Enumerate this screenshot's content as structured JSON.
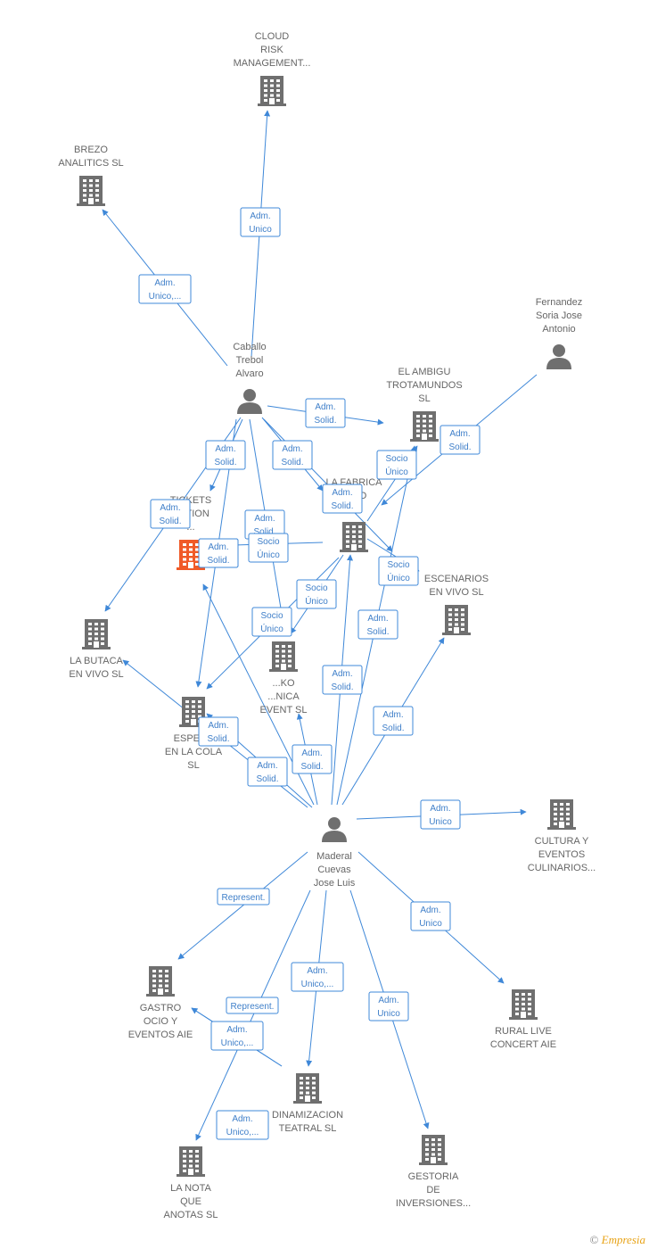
{
  "colors": {
    "edge": "#3f88d8",
    "node": "#6f6f6f",
    "highlight": "#f05a28",
    "label": "#666666"
  },
  "nodes": [
    {
      "id": "cloud",
      "type": "company",
      "lines": [
        "CLOUD",
        "RISK",
        "MANAGEMENT..."
      ]
    },
    {
      "id": "brezo",
      "type": "company",
      "lines": [
        "BREZO",
        "ANALITICS  SL"
      ]
    },
    {
      "id": "caballo",
      "type": "person",
      "lines": [
        "Caballo",
        "Trebol",
        "Alvaro"
      ]
    },
    {
      "id": "fernandez",
      "type": "person",
      "lines": [
        "Fernandez",
        "Soria Jose",
        "Antonio"
      ]
    },
    {
      "id": "ambigu",
      "type": "company",
      "lines": [
        "EL AMBIGU",
        "TROTAMUNDOS",
        "SL"
      ]
    },
    {
      "id": "tickets",
      "type": "company",
      "highlight": true,
      "lines": [
        "TICKETS",
        "ACTION",
        "..."
      ]
    },
    {
      "id": "fabrica",
      "type": "company",
      "lines": [
        "LA FABRICA",
        "...CIO",
        "SL"
      ]
    },
    {
      "id": "escenarios",
      "type": "company",
      "lines": [
        "ESCENARIOS",
        "EN VIVO  SL"
      ]
    },
    {
      "id": "butaca",
      "type": "company",
      "lines": [
        "LA BUTACA",
        "EN VIVO  SL"
      ]
    },
    {
      "id": "hiko",
      "type": "company",
      "lines": [
        "...KO",
        "...NICA",
        "EVENT  SL"
      ]
    },
    {
      "id": "espera",
      "type": "company",
      "lines": [
        "ESPERA",
        "EN LA COLA",
        "SL"
      ]
    },
    {
      "id": "maderal",
      "type": "person",
      "lines": [
        "Maderal",
        "Cuevas",
        "Jose Luis"
      ]
    },
    {
      "id": "cultura",
      "type": "company",
      "lines": [
        "CULTURA Y",
        "EVENTOS",
        "CULINARIOS..."
      ]
    },
    {
      "id": "gastro",
      "type": "company",
      "lines": [
        "GASTRO",
        "OCIO Y",
        "EVENTOS AIE"
      ]
    },
    {
      "id": "rural",
      "type": "company",
      "lines": [
        "RURAL LIVE",
        "CONCERT AIE"
      ]
    },
    {
      "id": "dinamizacion",
      "type": "company",
      "lines": [
        "DINAMIZACION",
        "TEATRAL  SL"
      ]
    },
    {
      "id": "nota",
      "type": "company",
      "lines": [
        "LA NOTA",
        "QUE",
        "ANOTAS  SL"
      ]
    },
    {
      "id": "gestoria",
      "type": "company",
      "lines": [
        "GESTORIA",
        "DE",
        "INVERSIONES..."
      ]
    }
  ],
  "edges": [
    {
      "from": "caballo",
      "to": "cloud",
      "label": [
        "Adm.",
        "Unico"
      ]
    },
    {
      "from": "caballo",
      "to": "brezo",
      "label": [
        "Adm.",
        "Unico,..."
      ]
    },
    {
      "from": "caballo",
      "to": "ambigu",
      "label": [
        "Adm.",
        "Solid."
      ]
    },
    {
      "from": "fernandez",
      "to": "fabrica",
      "label": [
        "Adm.",
        "Solid."
      ]
    },
    {
      "from": "caballo",
      "to": "tickets",
      "label": [
        "Adm.",
        "Solid."
      ]
    },
    {
      "from": "caballo",
      "to": "fabrica",
      "label": [
        "Adm.",
        "Solid."
      ]
    },
    {
      "from": "caballo",
      "to": "butaca",
      "label": [
        "Adm.",
        "Solid."
      ]
    },
    {
      "from": "caballo",
      "to": "hiko",
      "label": [
        "Adm.",
        "Solid."
      ]
    },
    {
      "from": "caballo",
      "to": "espera",
      "label": [
        "Adm.",
        "Solid."
      ]
    },
    {
      "from": "caballo",
      "to": "escenarios",
      "label": [
        "Adm.",
        "Solid."
      ]
    },
    {
      "from": "fabrica",
      "to": "tickets",
      "label": [
        "Socio",
        "Único"
      ]
    },
    {
      "from": "fabrica",
      "to": "ambigu",
      "label": [
        "Socio",
        "Único"
      ]
    },
    {
      "from": "fabrica",
      "to": "escenarios",
      "label": [
        "Socio",
        "Único"
      ]
    },
    {
      "from": "fabrica",
      "to": "hiko",
      "label": [
        "Socio",
        "Único"
      ]
    },
    {
      "from": "fabrica",
      "to": "espera",
      "label": [
        "Socio",
        "Único"
      ]
    },
    {
      "from": "maderal",
      "to": "tickets",
      "label": [
        "Adm.",
        "Solid."
      ]
    },
    {
      "from": "maderal",
      "to": "butaca",
      "label": [
        "Adm.",
        "Solid."
      ]
    },
    {
      "from": "maderal",
      "to": "espera",
      "label": [
        "Adm.",
        "Solid."
      ]
    },
    {
      "from": "maderal",
      "to": "hiko",
      "label": [
        "Adm.",
        "Solid."
      ]
    },
    {
      "from": "maderal",
      "to": "fabrica",
      "label": [
        "Adm.",
        "Solid."
      ]
    },
    {
      "from": "maderal",
      "to": "ambigu",
      "label": [
        "Adm.",
        "Solid."
      ]
    },
    {
      "from": "maderal",
      "to": "escenarios",
      "label": [
        "Adm.",
        "Solid."
      ]
    },
    {
      "from": "maderal",
      "to": "cultura",
      "label": [
        "Adm.",
        "Unico"
      ]
    },
    {
      "from": "maderal",
      "to": "gastro",
      "label": [
        "Represent."
      ]
    },
    {
      "from": "maderal",
      "to": "rural",
      "label": [
        "Adm.",
        "Unico"
      ]
    },
    {
      "from": "maderal",
      "to": "dinamizacion",
      "label": [
        "Adm.",
        "Unico,..."
      ]
    },
    {
      "from": "maderal",
      "to": "gestoria",
      "label": [
        "Adm.",
        "Unico"
      ]
    },
    {
      "from": "maderal",
      "to": "nota",
      "label": [
        "Adm.",
        "Unico,..."
      ]
    },
    {
      "from": "dinamizacion",
      "to": "gastro",
      "label": [
        "Represent."
      ]
    },
    {
      "from": "dinamizacion",
      "to": "gastro",
      "label": [
        "Adm.",
        "Unico,..."
      ]
    }
  ],
  "footer": {
    "copyright": "©",
    "brand": "Empresia"
  }
}
